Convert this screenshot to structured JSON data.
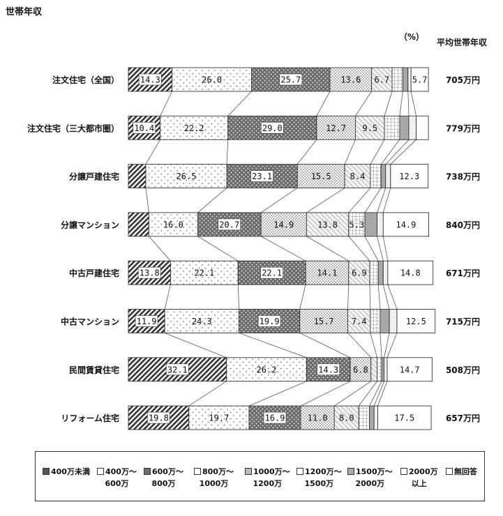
{
  "header": {
    "title": "世帯年収",
    "unit": "（%）",
    "avg_header": "平均世帯年収"
  },
  "chart_data": {
    "type": "bar",
    "orientation": "horizontal-stacked-100",
    "categories": [
      "注文住宅（全国）",
      "注文住宅（三大都市圏）",
      "分譲戸建住宅",
      "分譲マンション",
      "中古戸建住宅",
      "中古マンション",
      "民間賃貸住宅",
      "リフォーム住宅"
    ],
    "average_income": [
      "705万円",
      "779万円",
      "738万円",
      "840万円",
      "671万円",
      "715万円",
      "508万円",
      "657万円"
    ],
    "series": [
      {
        "name": "400万未満",
        "values": [
          14.3,
          10.4,
          5.7,
          6.7,
          13.8,
          11.9,
          32.1,
          19.8
        ],
        "labels": [
          "14.3",
          "10.4",
          "",
          "",
          "13.8",
          "11.9",
          "32.1",
          "19.8"
        ],
        "pattern": "hatch",
        "color": "#555555"
      },
      {
        "name": "400万～600万",
        "values": [
          26.0,
          22.2,
          26.5,
          16.0,
          22.1,
          24.3,
          26.2,
          19.7
        ],
        "labels": [
          "26.0",
          "22.2",
          "26.5",
          "16.0",
          "22.1",
          "24.3",
          "26.2",
          "19.7"
        ],
        "pattern": "sparse-dots",
        "color": "#ffffff"
      },
      {
        "name": "600万～800万",
        "values": [
          25.7,
          29.0,
          23.1,
          20.7,
          22.1,
          19.9,
          14.3,
          16.9
        ],
        "labels": [
          "25.7",
          "29.0",
          "23.1",
          "20.7",
          "22.1",
          "19.9",
          "14.3",
          "16.9"
        ],
        "pattern": "dark-dots",
        "color": "#6e6e6e"
      },
      {
        "name": "800万～1000万",
        "values": [
          13.6,
          12.7,
          15.5,
          14.9,
          14.1,
          15.7,
          6.8,
          11.0
        ],
        "labels": [
          "13.6",
          "12.7",
          "15.5",
          "14.9",
          "14.1",
          "15.7",
          "6.8",
          "11.0"
        ],
        "pattern": "dense-dots",
        "color": "#ffffff"
      },
      {
        "name": "1000万～1200万",
        "values": [
          6.7,
          9.5,
          8.4,
          13.8,
          6.9,
          7.4,
          2.0,
          8.0
        ],
        "labels": [
          "6.7",
          "9.5",
          "8.4",
          "13.8",
          "6.9",
          "7.4",
          "",
          "8.0"
        ],
        "pattern": "light-hatch",
        "color": "#bbbbbb"
      },
      {
        "name": "1200万～1500万",
        "values": [
          3.5,
          5.0,
          3.5,
          5.3,
          2.8,
          3.2,
          1.5,
          3.5
        ],
        "labels": [
          "",
          "",
          "",
          "5.3",
          "",
          "",
          "",
          ""
        ],
        "pattern": "grid",
        "color": "#ffffff"
      },
      {
        "name": "1500万～2000万",
        "values": [
          1.7,
          3.0,
          1.5,
          4.0,
          1.6,
          3.0,
          0.8,
          1.5
        ],
        "labels": [
          "",
          "",
          "",
          "",
          "",
          "",
          "",
          ""
        ],
        "pattern": "gray",
        "color": "#aaaaaa"
      },
      {
        "name": "2000万以上",
        "values": [
          1.0,
          2.4,
          1.6,
          2.0,
          1.5,
          2.5,
          1.0,
          1.2
        ],
        "labels": [
          "",
          "",
          "",
          "",
          "",
          "",
          "",
          ""
        ],
        "pattern": "fine-dots",
        "color": "#ffffff"
      },
      {
        "name": "無回答",
        "values": [
          5.7,
          4.0,
          12.3,
          14.9,
          14.8,
          12.5,
          14.7,
          17.5
        ],
        "labels": [
          "5.7",
          "",
          "12.3",
          "14.9",
          "14.8",
          "12.5",
          "14.7",
          "17.5"
        ],
        "pattern": "blank",
        "color": "#ffffff"
      }
    ],
    "xlim": [
      0,
      100
    ],
    "legend_position": "bottom"
  },
  "legend": [
    {
      "line1": "400万未満",
      "line2": ""
    },
    {
      "line1": "400万～",
      "line2": "600万"
    },
    {
      "line1": "600万～",
      "line2": "800万"
    },
    {
      "line1": "800万～",
      "line2": "1000万"
    },
    {
      "line1": "1000万～",
      "line2": "1200万"
    },
    {
      "line1": "1200万～",
      "line2": "1500万"
    },
    {
      "line1": "1500万～",
      "line2": "2000万"
    },
    {
      "line1": "2000万",
      "line2": "以上"
    },
    {
      "line1": "無回答",
      "line2": ""
    }
  ]
}
